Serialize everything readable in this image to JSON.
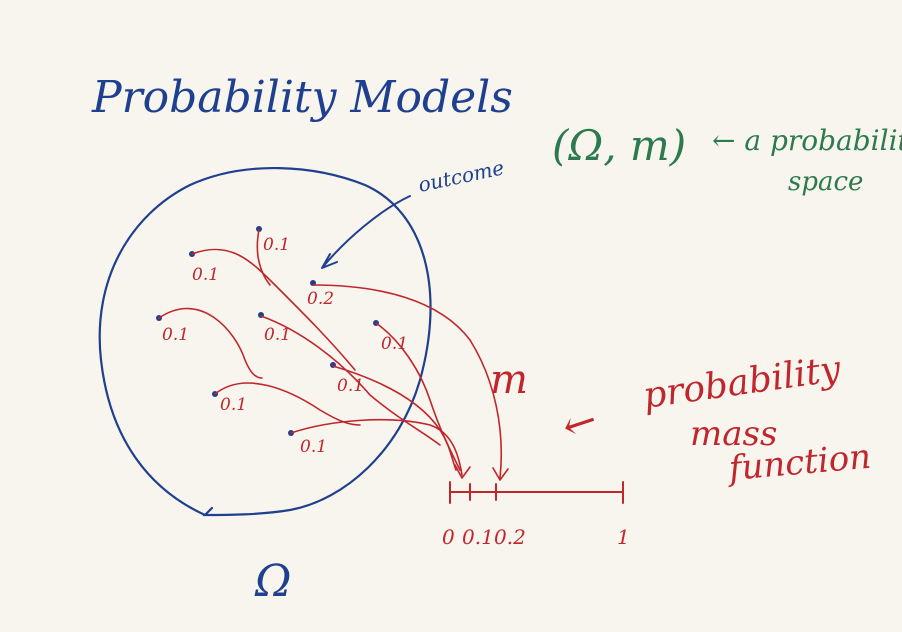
{
  "title": "Probability Models",
  "space_label": "(Ω, m)",
  "space_annotation_line1": "← a probability",
  "space_annotation_line2": "space",
  "outcome_label": "outcome",
  "omega_label": "Ω",
  "m_label": "m",
  "pmf_arrow": "←",
  "pmf_line1": "probability",
  "pmf_line2": "mass",
  "pmf_line3": "function",
  "outcomes": [
    {
      "value": "0.1"
    },
    {
      "value": "0.1"
    },
    {
      "value": "0.2"
    },
    {
      "value": "0.1"
    },
    {
      "value": "0.1"
    },
    {
      "value": "0.1"
    },
    {
      "value": "0.1"
    },
    {
      "value": "0.1"
    },
    {
      "value": "0.1"
    }
  ],
  "axis_labels": [
    "0",
    "0.1",
    "0.2",
    "1"
  ],
  "colors": {
    "blue_ink": "#1f3f8f",
    "red_ink": "#c0262c",
    "green_ink": "#2d7a4e",
    "paper": "#f7f5ed"
  }
}
